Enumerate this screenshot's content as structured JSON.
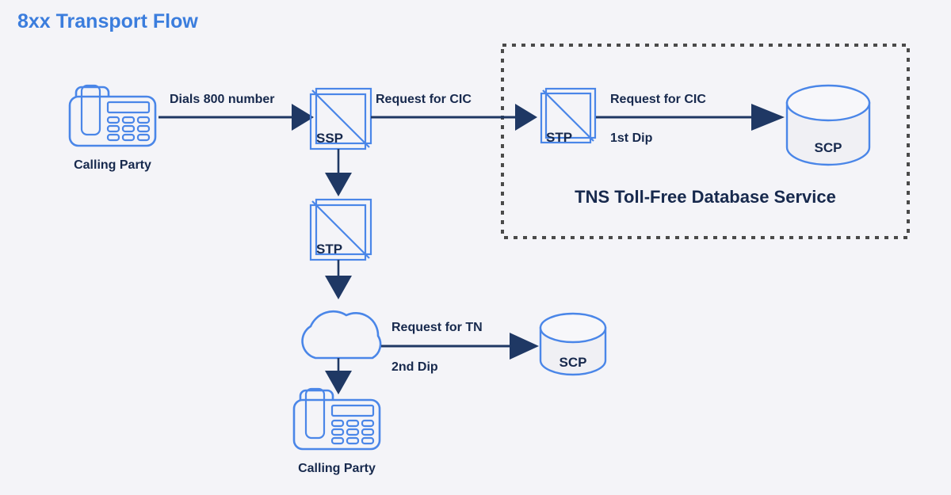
{
  "page": {
    "title": "8xx Transport Flow",
    "background_color": "#f4f4f8",
    "accent_blue": "#3b7ddd",
    "node_blue": "#4a86e8",
    "navy": "#17294d",
    "arrow_navy": "#1f3864",
    "dashed_gray": "#4a4a4a"
  },
  "group": {
    "caption": "TNS Toll-Free Database Service",
    "border_style": "dashed"
  },
  "nodes": {
    "calling_party_top": {
      "label": "Calling Party",
      "icon": "desk-phone-icon"
    },
    "ssp": {
      "label": "SSP",
      "icon": "stp-switch-icon"
    },
    "stp_middle": {
      "label": "STP",
      "icon": "stp-switch-icon"
    },
    "stp_tns": {
      "label": "STP",
      "icon": "stp-switch-icon"
    },
    "scp_top": {
      "label": "SCP",
      "icon": "database-cylinder-icon"
    },
    "scp_bottom": {
      "label": "SCP",
      "icon": "database-cylinder-icon"
    },
    "cloud": {
      "label": "",
      "icon": "cloud-icon"
    },
    "calling_party_bottom": {
      "label": "Calling Party",
      "icon": "desk-phone-icon"
    }
  },
  "edges": {
    "dials": {
      "label": "Dials 800 number"
    },
    "ssp_to_stp_tns": {
      "label": "Request for CIC"
    },
    "stp_tns_to_scp": {
      "label_above": "Request for CIC",
      "label_below": "1st Dip"
    },
    "cloud_to_scp": {
      "label_above": "Request for TN",
      "label_below": "2nd Dip"
    }
  }
}
